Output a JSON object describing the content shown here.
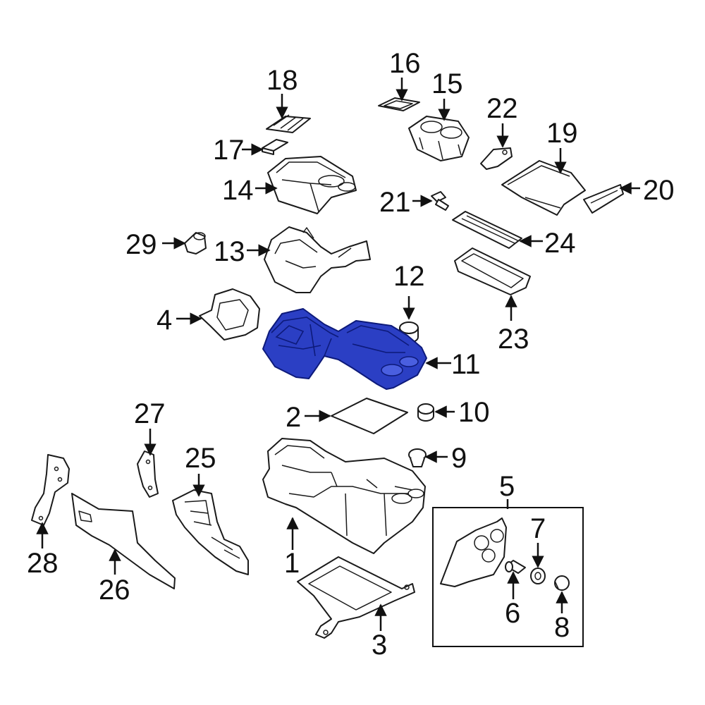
{
  "diagram": {
    "highlight_color": "#2b3fc4",
    "highlighted_part": "11",
    "callouts": [
      "1",
      "2",
      "3",
      "4",
      "5",
      "6",
      "7",
      "8",
      "9",
      "10",
      "11",
      "12",
      "13",
      "14",
      "15",
      "16",
      "17",
      "18",
      "19",
      "20",
      "21",
      "22",
      "23",
      "24",
      "25",
      "26",
      "27",
      "28",
      "29"
    ]
  }
}
